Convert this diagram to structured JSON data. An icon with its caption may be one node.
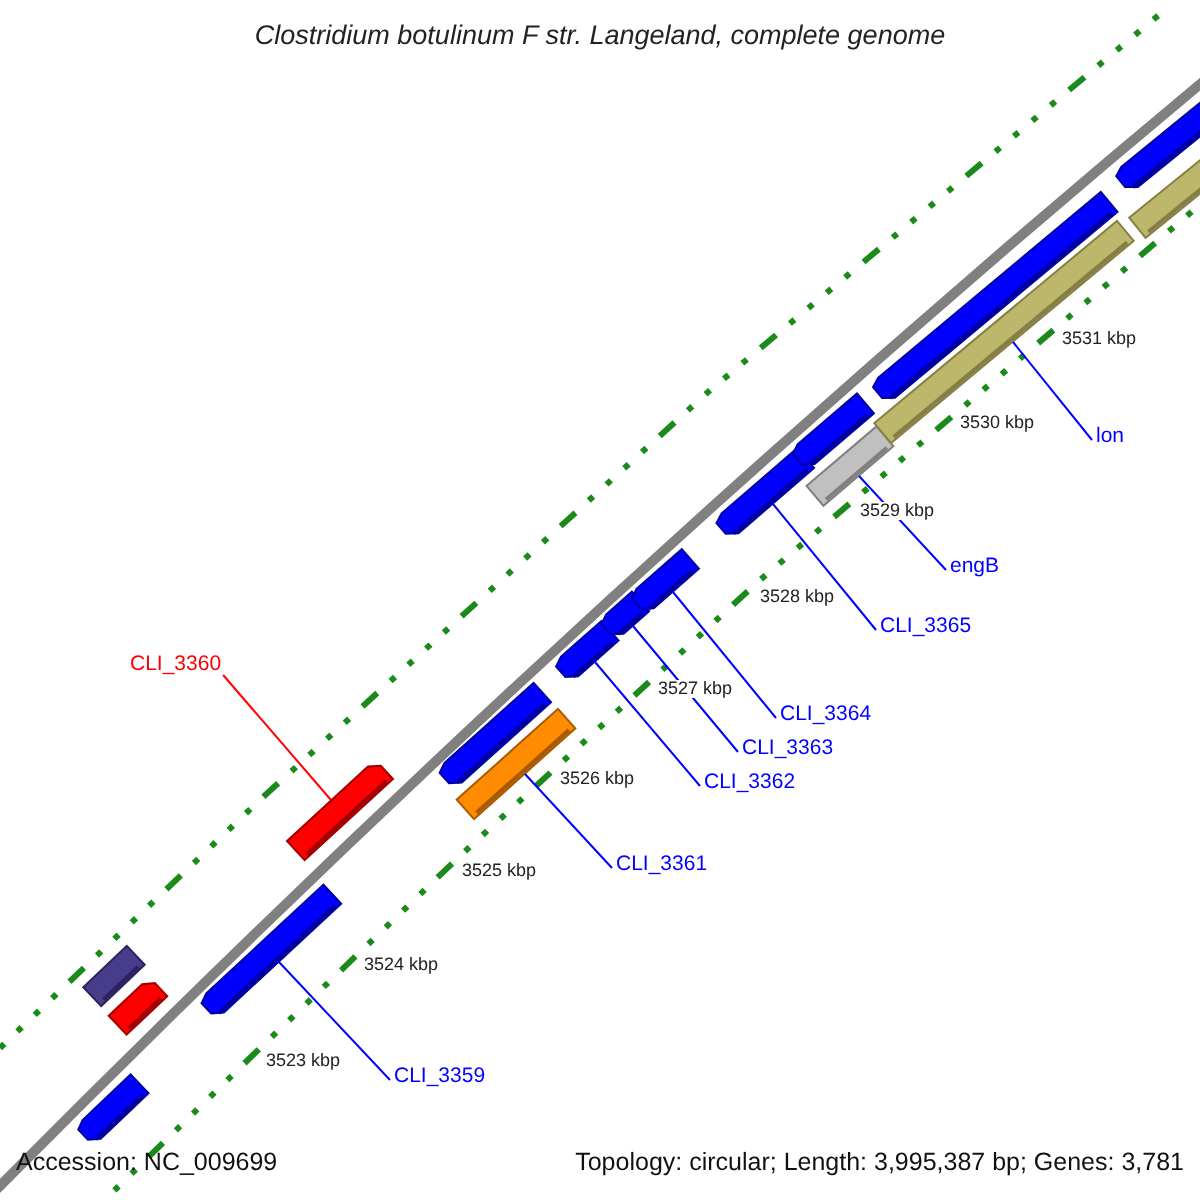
{
  "diagram": {
    "title": "Clostridium botulinum F str. Langeland, complete genome",
    "nodes": [
      {
        "text": [],
        "shape": "bar"
      },
      {
        "text": [],
        "shape": "bar"
      },
      {
        "text": [],
        "shape": "bar"
      },
      {
        "text": [],
        "shape": "bar"
      },
      {
        "text": [],
        "shape": "bar"
      },
      {
        "text": [],
        "shape": "bar"
      },
      {
        "text": [],
        "shape": "bar"
      },
      {
        "text": [],
        "shape": "bar"
      },
      {
        "text": [],
        "shape": "bar"
      },
      {
        "text": [],
        "shape": "bar"
      },
      {
        "text": [],
        "shape": "bar"
      },
      {
        "text": [],
        "shape": "bar"
      },
      {
        "text": [],
        "shape": "bar"
      },
      {
        "text": [],
        "shape": "bar"
      },
      {
        "text": [],
        "shape": "bar"
      },
      {
        "text": [],
        "shape": "bar"
      },
      {
        "text": [],
        "shape": "bar"
      },
      {
        "text": [
          "CLI_3360"
        ]
      },
      {
        "text": [
          "CLI_3359"
        ]
      },
      {
        "text": [
          "CLI_3361"
        ]
      },
      {
        "text": [
          "CLI_3362"
        ]
      },
      {
        "text": [
          "CLI_3363"
        ]
      },
      {
        "text": [
          "CLI_3364"
        ]
      },
      {
        "text": [
          "CLI_3365"
        ]
      },
      {
        "text": [
          "engB"
        ]
      },
      {
        "text": [
          "lon"
        ]
      }
    ],
    "edges": [
      {
        "from": 17,
        "to": 4,
        "arrow": "none",
        "color": "#ff0000"
      },
      {
        "from": 18,
        "to": 3,
        "arrow": "none"
      },
      {
        "from": 19,
        "to": 6,
        "arrow": "none"
      },
      {
        "from": 20,
        "to": 7,
        "arrow": "none"
      },
      {
        "from": 21,
        "to": 8,
        "arrow": "none"
      },
      {
        "from": 22,
        "to": 9,
        "arrow": "none"
      },
      {
        "from": 23,
        "to": 10,
        "arrow": "none"
      },
      {
        "from": 24,
        "to": 12,
        "arrow": "none"
      },
      {
        "from": 25,
        "to": 14,
        "arrow": "none"
      }
    ],
    "labels": [
      "3531 kbp",
      "3530 kbp",
      "3529 kbp",
      "3528 kbp",
      "3527 kbp",
      "3526 kbp",
      "3525 kbp",
      "3524 kbp",
      "3523 kbp",
      "Accession: NC_009699",
      "Topology: circular; Length: 3,995,387 bp; Genes: 3,781"
    ]
  }
}
